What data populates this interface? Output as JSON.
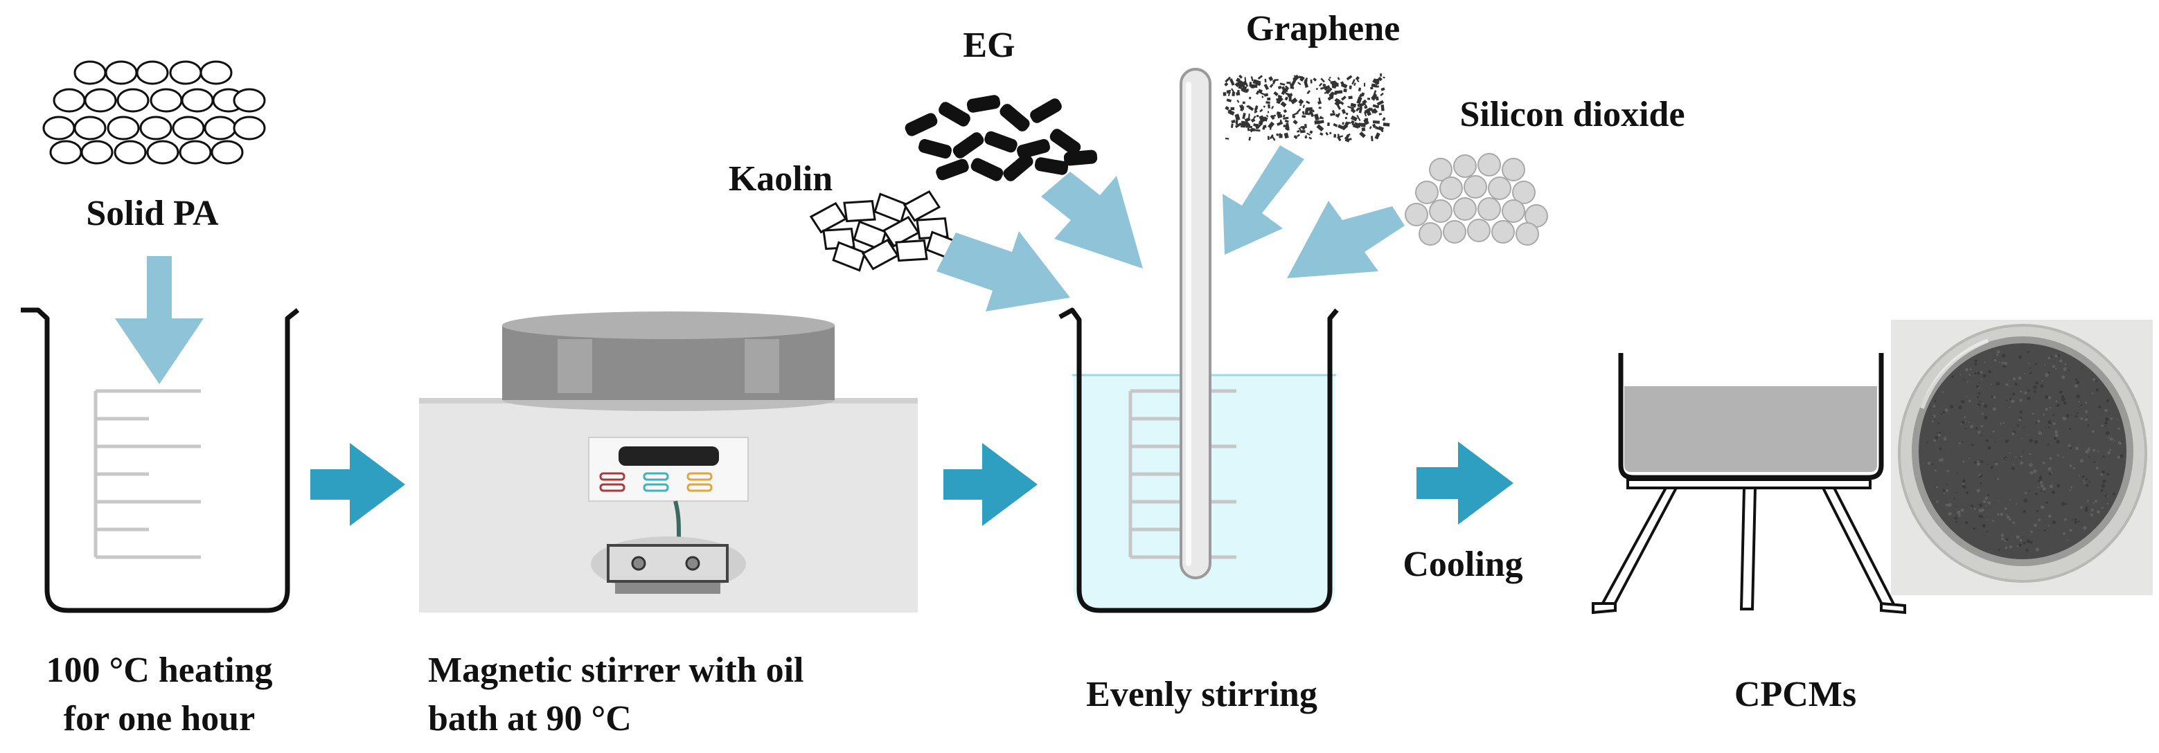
{
  "labels": {
    "solid_pa": "Solid PA",
    "eg": "EG",
    "graphene": "Graphene",
    "kaolin": "Kaolin",
    "silicon_dioxide": "Silicon dioxide",
    "cooling": "Cooling",
    "step1_line1": "100 °C heating",
    "step1_line2": "for one hour",
    "step2_line1": "Magnetic stirrer with oil",
    "step2_line2": "bath at 90 °C",
    "step3": "Evenly stirring",
    "step4": "CPCMs"
  },
  "colors": {
    "arrow_light": "#8fc4d8",
    "arrow_process": "#2e9fc0",
    "liquid": "#dff8fb",
    "stirrer_body": "#e6e6e6",
    "stirrer_top": "#8c8c8c",
    "cooled_material": "#b3b3b3",
    "product_powder": "#4a4a4a"
  },
  "icons": {
    "solid_pa": "pellet-cluster-icon",
    "eg": "black-rods-icon",
    "graphene": "speckle-flakes-icon",
    "kaolin": "plate-sheets-icon",
    "silicon_dioxide": "grey-spheres-icon",
    "stirrer": "magnetic-stirrer-icon",
    "product": "petri-dish-photo-icon"
  }
}
